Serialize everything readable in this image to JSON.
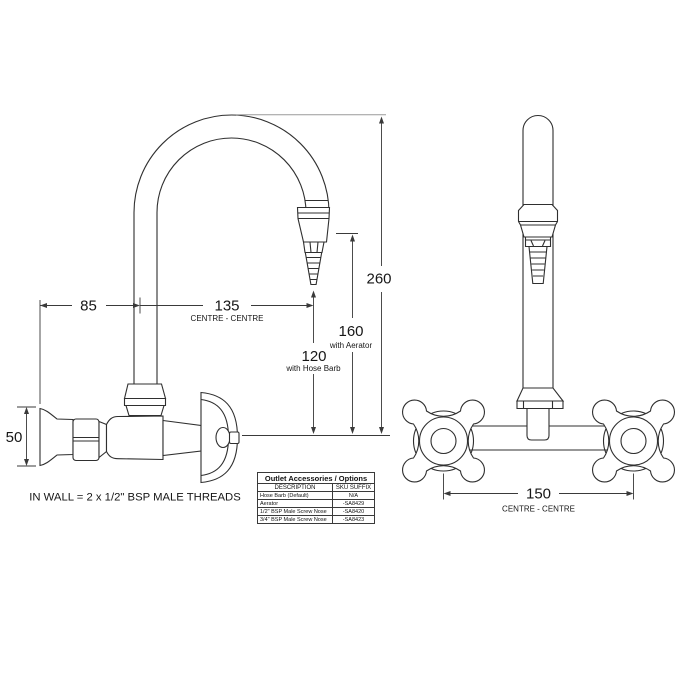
{
  "side_view": {
    "dim_85": {
      "value": "85"
    },
    "dim_135": {
      "value": "135",
      "note": "CENTRE - CENTRE"
    },
    "dim_260": {
      "value": "260"
    },
    "dim_160": {
      "value": "160",
      "note": "with Aerator"
    },
    "dim_120": {
      "value": "120",
      "note": "with Hose Barb"
    },
    "dim_50": {
      "value": "50"
    },
    "wall_note": "IN WALL = 2 x 1/2\" BSP MALE THREADS"
  },
  "front_view": {
    "dim_150": {
      "value": "150",
      "note": "CENTRE - CENTRE"
    }
  },
  "accessories_table": {
    "title": "Outlet Accessories / Options",
    "columns": [
      "DESCRIPTION",
      "SKU SUFFIX"
    ],
    "rows": [
      {
        "description": "Hose Barb (Default)",
        "sku": "N/A"
      },
      {
        "description": "Aerator",
        "sku": "-SA8429"
      },
      {
        "description": "1/2\" BSP  Male Screw Nose",
        "sku": "-SA8420"
      },
      {
        "description": "3/4\" BSP  Male Screw Nose",
        "sku": "-SA8423"
      }
    ]
  },
  "colors": {
    "line": "#2f2f2f",
    "dim_line": "#3a3a3a",
    "light_line": "#9a9a9a"
  }
}
